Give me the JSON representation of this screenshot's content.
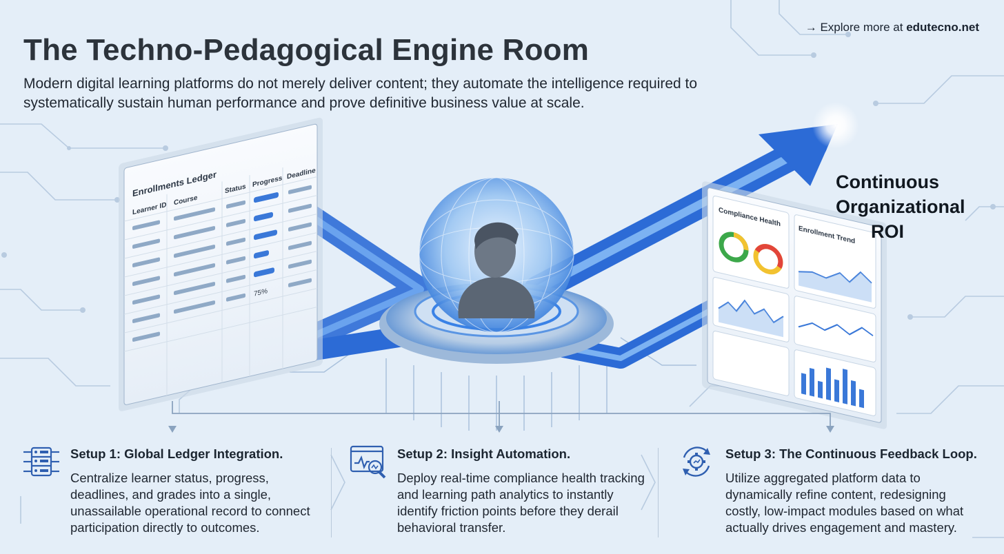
{
  "header": {
    "explore_prefix": "→ Explore more at ",
    "explore_site": "edutecno.net",
    "title": "The Techno-Pedagogical Engine Room",
    "subtitle": "Modern digital learning platforms do not merely deliver content; they automate the intelligence required to systematically sustain human performance and prove definitive business value at scale."
  },
  "roi_label": "Continuous Organizational ROI",
  "ledger": {
    "title": "Enrollments Ledger",
    "columns": [
      "Learner ID",
      "Course",
      "Status",
      "Progress",
      "Deadline"
    ],
    "progress_value": "75%"
  },
  "dashboard": {
    "compliance_title": "Compliance Health",
    "trend_title": "Enrollment Trend"
  },
  "setups": [
    {
      "title": "Setup 1: Global Ledger Integration.",
      "body": "Centralize learner status, progress, deadlines, and grades into a single, unassailable operational record to connect participation directly to outcomes."
    },
    {
      "title": "Setup 2: Insight Automation.",
      "body": "Deploy real-time compliance health tracking and learning path analytics to instantly identify friction points before they derail behavioral transfer."
    },
    {
      "title": "Setup 3: The Continuous Feedback Loop.",
      "body": "Utilize aggregated platform data to dynamically refine content, redesigning costly, low-impact modules based on what actually drives engagement and mastery."
    }
  ],
  "colors": {
    "accent": "#2f6fd8",
    "background": "#e4eef8",
    "donut_green": "#3ca84a",
    "donut_yellow": "#f2c230",
    "donut_red": "#e2453a"
  },
  "icons": [
    "server-rack-icon",
    "analytics-magnifier-icon",
    "feedback-loop-gear-icon",
    "learner-avatar-icon"
  ]
}
